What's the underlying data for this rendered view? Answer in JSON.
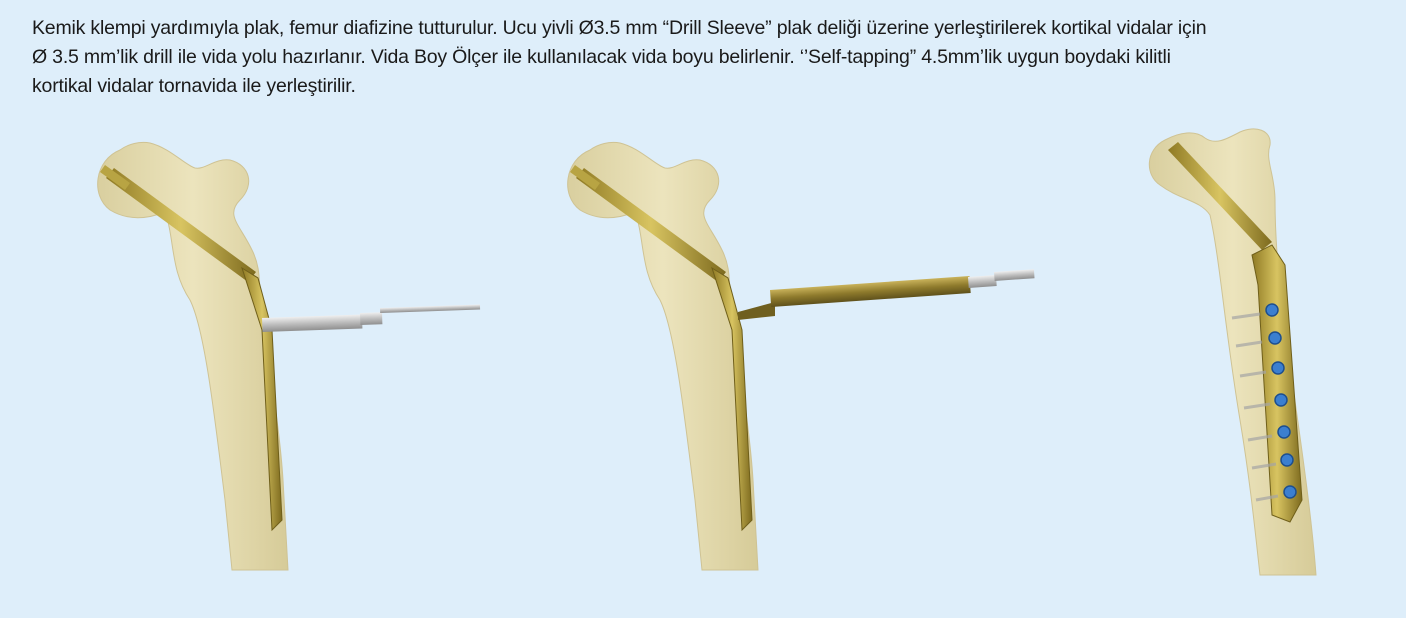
{
  "caption": {
    "line1": "Kemik klempi yardımıyla plak, femur diafizine tutturulur. Ucu yivli Ø3.5 mm “Drill Sleeve” plak deliği üzerine yerleştirilerek kortikal vidalar için",
    "line2": "Ø 3.5 mm’lik drill ile vida yolu hazırlanır. Vida Boy Ölçer ile kullanılacak vida boyu belirlenir. ‘’Self-tapping” 4.5mm’lik uygun boydaki kilitli",
    "line3": "kortikal vidalar tornavida ile yerleştirilir."
  },
  "colors": {
    "background": "#deeefa",
    "bone": "#e6dcaf",
    "implant": "#c8b34a",
    "drill": "#c4c4c4",
    "sleeve": "#9b8838",
    "screw_head": "#3b7fd0"
  },
  "figures": [
    {
      "name": "femur-with-drill-through-sleeve"
    },
    {
      "name": "femur-with-depth-gauge"
    },
    {
      "name": "femur-with-locked-cortical-screws"
    }
  ]
}
